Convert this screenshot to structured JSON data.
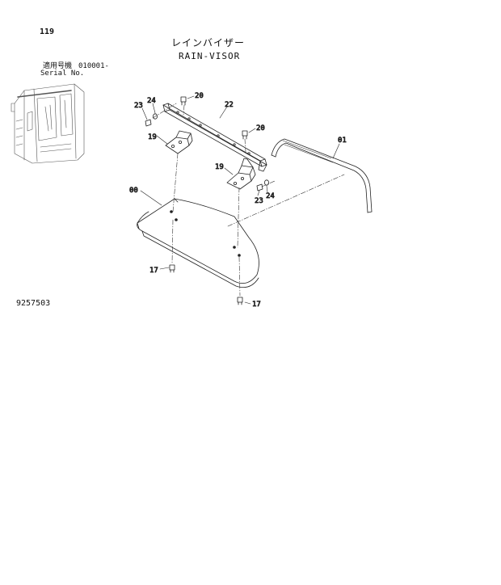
{
  "page": {
    "number": "119",
    "title_jp": "レインバイザー",
    "title_en": "RAIN-VISOR",
    "serial_label_jp": "適用号機",
    "serial_number": "010001-",
    "serial_label_en": "Serial No.",
    "drawing_number": "9257503"
  },
  "callouts": {
    "c00": "00",
    "c01": "01",
    "c17a": "17",
    "c17b": "17",
    "c19a": "19",
    "c19b": "19",
    "c20a": "20",
    "c20b": "20",
    "c22": "22",
    "c23a": "23",
    "c23b": "23",
    "c24a": "24",
    "c24b": "24"
  }
}
